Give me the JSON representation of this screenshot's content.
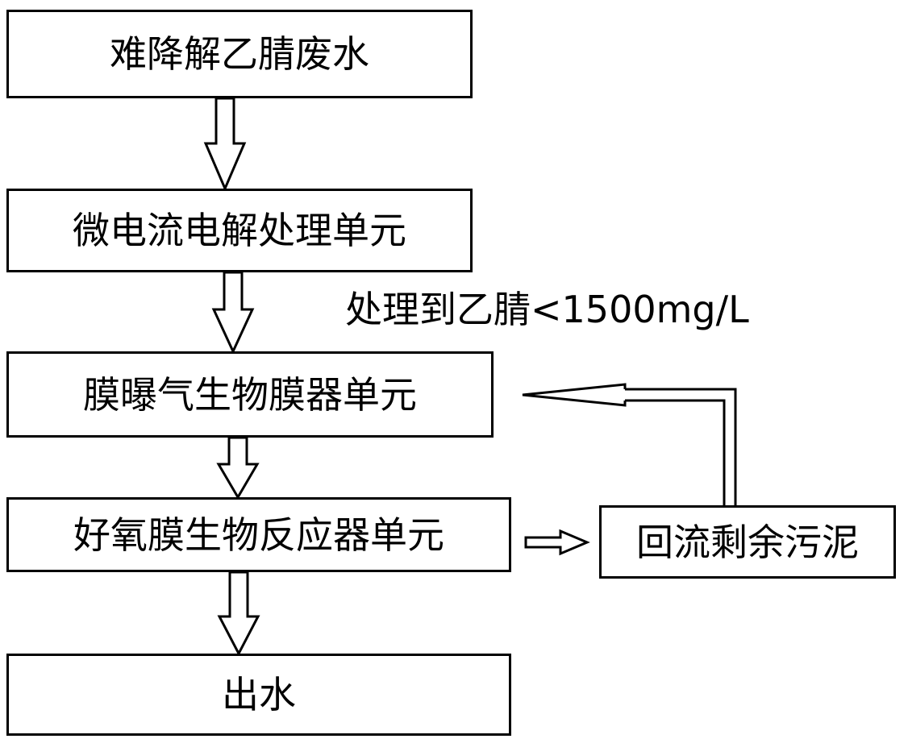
{
  "nodes": {
    "input": "难降解乙腈废水",
    "electrolysis": "微电流电解处理单元",
    "membrane_aeration": "膜曝气生物膜器单元",
    "aerobic_mbr": "好氧膜生物反应器单元",
    "sludge_return": "回流剩余污泥",
    "output": "出水"
  },
  "annotations": {
    "acetonitrile_limit": "处理到乙腈<1500mg/L"
  }
}
